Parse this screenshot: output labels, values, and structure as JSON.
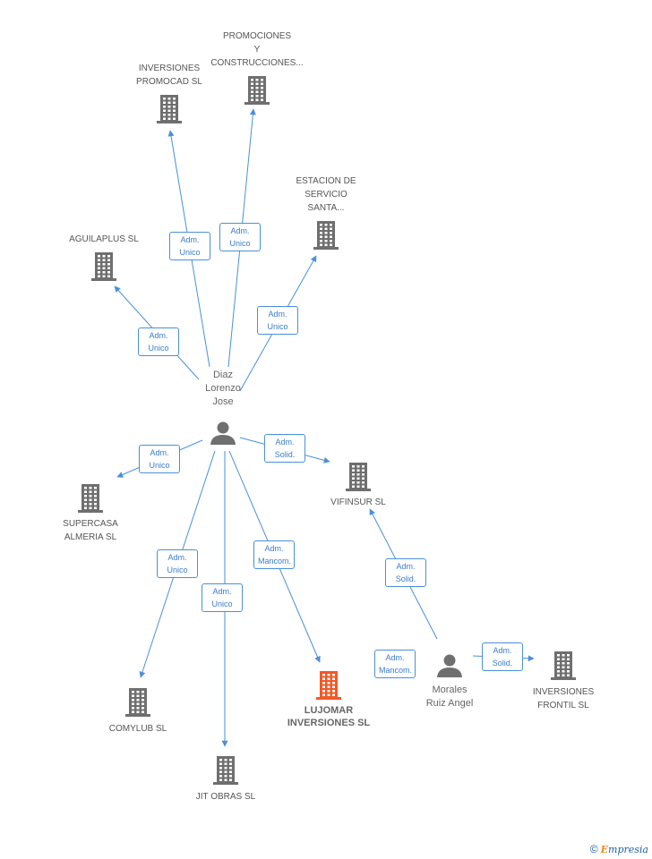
{
  "companies": [
    {
      "id": "promocad",
      "label": "INVERSIONES\nPROMOCAD SL"
    },
    {
      "id": "promociones",
      "label": "PROMOCIONES\nY\nCONSTRUCCIONES..."
    },
    {
      "id": "estacion",
      "label": "ESTACION DE\nSERVICIO\nSANTA..."
    },
    {
      "id": "aguilaplus",
      "label": "AGUILAPLUS SL"
    },
    {
      "id": "supercasa",
      "label": "SUPERCASA\nALMERIA SL"
    },
    {
      "id": "vifinsur",
      "label": "VIFINSUR SL"
    },
    {
      "id": "comylub",
      "label": "COMYLUB SL"
    },
    {
      "id": "jitobras",
      "label": "JIT OBRAS SL"
    },
    {
      "id": "lujomar",
      "label": "LUJOMAR\nINVERSIONES SL",
      "main": true
    },
    {
      "id": "frontil",
      "label": "INVERSIONES\nFRONTIL SL"
    }
  ],
  "people": [
    {
      "id": "diaz",
      "label": "Diaz\nLorenzo\nJose"
    },
    {
      "id": "morales",
      "label": "Morales\nRuiz Angel"
    }
  ],
  "edges": [
    {
      "from": "diaz",
      "to": "promocad",
      "label": "Adm.\nUnico"
    },
    {
      "from": "diaz",
      "to": "promociones",
      "label": "Adm.\nUnico"
    },
    {
      "from": "diaz",
      "to": "estacion",
      "label": "Adm.\nUnico"
    },
    {
      "from": "diaz",
      "to": "aguilaplus",
      "label": "Adm.\nUnico"
    },
    {
      "from": "diaz",
      "to": "supercasa",
      "label": "Adm.\nUnico"
    },
    {
      "from": "diaz",
      "to": "vifinsur",
      "label": "Adm.\nSolid."
    },
    {
      "from": "diaz",
      "to": "comylub",
      "label": "Adm.\nUnico"
    },
    {
      "from": "diaz",
      "to": "jitobras",
      "label": "Adm.\nUnico"
    },
    {
      "from": "diaz",
      "to": "lujomar",
      "label": "Adm.\nMancom."
    },
    {
      "from": "morales",
      "to": "vifinsur",
      "label": "Adm.\nSolid."
    },
    {
      "from": "morales",
      "to": "frontil",
      "label": "Adm.\nSolid."
    },
    {
      "from": "morales",
      "to": "lujomar",
      "label": "Adm.\nMancom."
    }
  ],
  "colors": {
    "edge": "#4a90d9",
    "building": "#6f6f6f",
    "building_main": "#f05a28",
    "person": "#6f6f6f"
  },
  "footer": {
    "copyright": "©",
    "brand_first": "E",
    "brand_rest": "mpresia"
  }
}
